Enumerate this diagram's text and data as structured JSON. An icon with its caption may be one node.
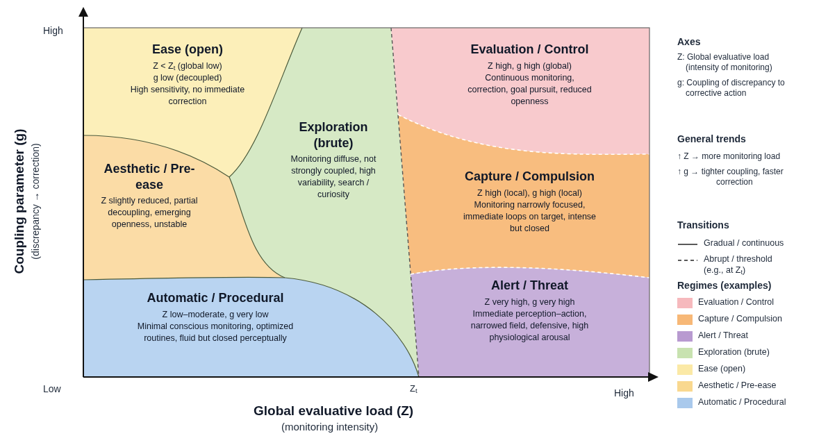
{
  "diagram": {
    "nodes": [
      {
        "text": [
          "Ease (open)",
          "Z < Z$_{t}$ (global low)",
          "g low (decoupled)",
          "High sensitivity, no immediate correction"
        ]
      },
      {
        "text": [
          "Aesthetic / Pre-ease",
          "Z slightly reduced, partial decoupling, emerging openness, unstable"
        ]
      },
      {
        "text": [
          "Exploration (brute)",
          "Monitoring diffuse, not strongly coupled, high variability, search / curiosity"
        ]
      },
      {
        "text": [
          "Automatic / Procedural",
          "Z low–moderate, g very low",
          "Minimal conscious monitoring, optimized routines, fluid but closed perceptually"
        ]
      },
      {
        "text": [
          "Evaluation / Control",
          "Z high, g high (global)",
          "Continuous monitoring, correction, goal pursuit, reduced openness"
        ]
      },
      {
        "text": [
          "Capture / Compulsion",
          "Z high (local), g high (local)",
          "Monitoring narrowly focused, immediate loops on target, intense but closed"
        ]
      },
      {
        "text": [
          "Alert / Threat",
          "Z very high, g very high",
          "Immediate perception–action, narrowed field, defensive, high physiological arousal"
        ]
      }
    ],
    "labels": [
      "High",
      "Coupling parameter (g)",
      "(discrepancy → correction)",
      "Low",
      "Z$_{t}$",
      "High",
      "Global evaluative load (Z)",
      "(monitoring intensity)",
      "Axes",
      "Z: Global evaluative load (intensity of monitoring)",
      "g: Coupling of discrepancy to corrective action",
      "General trends",
      "↑ Z → more monitoring load",
      "↑ g → tighter coupling, faster correction",
      "Transitions",
      "Regimes (examples)"
    ],
    "legend": [
      {
        "text": "Gradual / continuous"
      },
      {
        "text": "Abrupt / threshold (e.g., at Z$_{t}$)"
      },
      {
        "text": "Evaluation / Control",
        "color": "#f6b9bd"
      },
      {
        "text": "Capture / Compulsion",
        "color": "#f7b877"
      },
      {
        "text": "Alert / Threat",
        "color": "#b89ad0"
      },
      {
        "text": "Exploration (brute)",
        "color": "#c8e2b0"
      },
      {
        "text": "Ease (open)",
        "color": "#fbe9a6"
      },
      {
        "text": "Aesthetic / Pre-ease",
        "color": "#f9d88f"
      },
      {
        "text": "Automatic / Procedural",
        "color": "#a9c9ec"
      }
    ]
  }
}
